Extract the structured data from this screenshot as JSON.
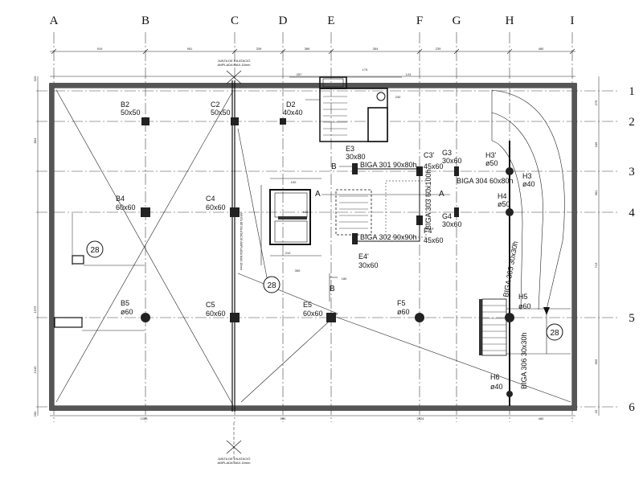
{
  "grid": {
    "columns": [
      "A",
      "B",
      "C",
      "D",
      "E",
      "F",
      "G",
      "H",
      "I"
    ],
    "rows": [
      "1",
      "2",
      "3",
      "4",
      "5",
      "6"
    ]
  },
  "top_dims": [
    "919",
    "951",
    "339",
    "389",
    "354",
    "239",
    "480"
  ],
  "bottom_dims": [
    "1285",
    "980",
    "2024",
    "480"
  ],
  "joint_note": {
    "line1": "JUNTA DE DILATACIÓ",
    "line2": "AMPLADA MAX.15mm"
  },
  "columns_labels": {
    "b2": {
      "name": "B2",
      "size": "50x50"
    },
    "c2": {
      "name": "C2",
      "size": "50x50"
    },
    "d2": {
      "name": "D2",
      "size": "40x40"
    },
    "b4": {
      "name": "B4",
      "size": "60x60"
    },
    "c4": {
      "name": "C4",
      "size": "60x60"
    },
    "b5": {
      "name": "B5",
      "size": "ø60"
    },
    "c5": {
      "name": "C5",
      "size": "60x60"
    },
    "e5": {
      "name": "E5",
      "size": "60x60"
    },
    "f5": {
      "name": "F5",
      "size": "ø60"
    },
    "e3": {
      "name": "E3",
      "size": "30x80"
    },
    "f3": {
      "name": "C3'",
      "size": "45x60"
    },
    "g3": {
      "name": "G3",
      "size": "30x60"
    },
    "h3p": {
      "name": "H3'",
      "size": "ø50"
    },
    "h3": {
      "name": "H3",
      "size": "ø40"
    },
    "h4": {
      "name": "H4",
      "size": "ø50"
    },
    "g4": {
      "name": "G4",
      "size": "30x60"
    },
    "f4": {
      "name": "F4'",
      "size": "45x60"
    },
    "e4": {
      "name": "E4'",
      "size": "30x60"
    },
    "h5": {
      "name": "H5",
      "size": "ø60"
    },
    "h6": {
      "name": "H6",
      "size": "ø40"
    }
  },
  "beams": {
    "b301": "BIGA 301  90x80h",
    "b302": "BIGA 302  90x90h",
    "b303": "BIGA 303 60x100h",
    "b304": "BIGA 304 60x80h",
    "b305": "BIGA 305 30x30h",
    "b306": "BIGA 306 30x30h"
  },
  "section_marks": {
    "a": "A",
    "b": "B"
  },
  "callout": "28",
  "side_dims": {
    "left": [
      "315",
      "864",
      "1375",
      "1315",
      "200"
    ],
    "right": [
      "276",
      "349",
      "381",
      "713",
      "665",
      "20"
    ]
  },
  "stair_dims": [
    "257",
    "174",
    "124",
    "240",
    "180",
    "100",
    "350",
    "210",
    "120"
  ],
  "vertical_note": "JUNTA DE DILATACIÓ AMPLADA MAX.15mm"
}
